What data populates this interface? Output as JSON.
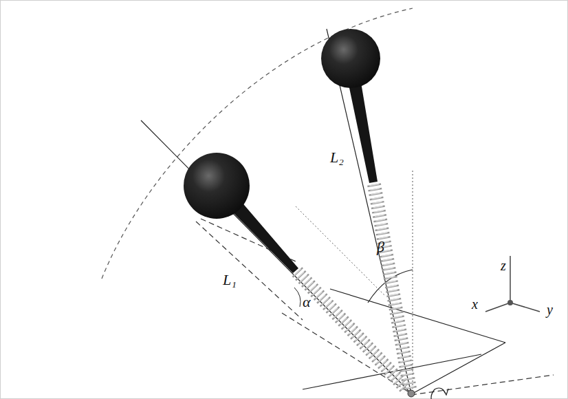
{
  "diagram": {
    "labels": [
      "L₂",
      "L₁",
      "α",
      "β",
      "z",
      "x",
      "y"
    ]
  }
}
